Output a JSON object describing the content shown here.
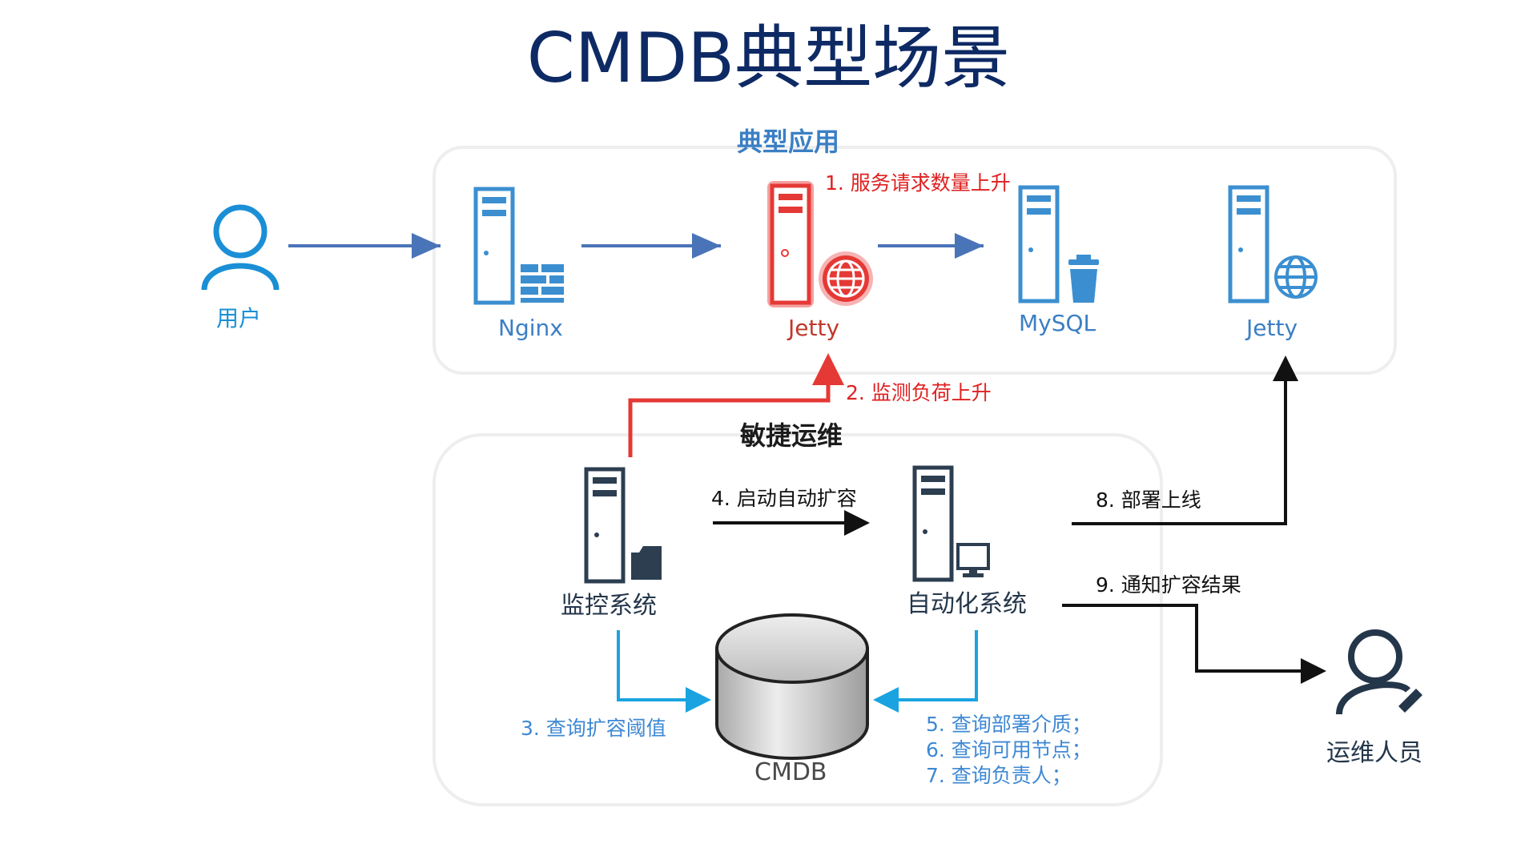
{
  "title": "CMDB典型场景",
  "groups": {
    "app": "典型应用",
    "ops": "敏捷运维"
  },
  "nodes": {
    "user": "用户",
    "nginx": "Nginx",
    "jetty_active": "Jetty",
    "mysql": "MySQL",
    "jetty_new": "Jetty",
    "monitor": "监控系统",
    "automation": "自动化系统",
    "cmdb": "CMDB",
    "ops_staff": "运维人员"
  },
  "steps": {
    "s1": "1. 服务请求数量上升",
    "s2": "2. 监测负荷上升",
    "s3": "3. 查询扩容阈值",
    "s4": "4. 启动自动扩容",
    "s5": "5. 查询部署介质；",
    "s6": "6. 查询可用节点；",
    "s7": "7. 查询负责人；",
    "s8": "8. 部署上线",
    "s9": "9. 通知扩容结果"
  },
  "colors": {
    "title": "#0e2a64",
    "app_blue": "#3b8fd0",
    "alert_red": "#e53935",
    "ops_dark": "#2c3e50",
    "query_blue": "#1aa3e0",
    "flow_arrow": "#4a74b8"
  },
  "icons": {
    "user": "user-icon",
    "nginx": "server-firewall-icon",
    "jetty_active": "server-globe-icon",
    "mysql": "server-trash-icon",
    "jetty_new": "server-globe-icon",
    "monitor": "server-folder-icon",
    "automation": "server-monitor-icon",
    "cmdb": "database-cylinder-icon",
    "ops_staff": "user-edit-icon"
  }
}
